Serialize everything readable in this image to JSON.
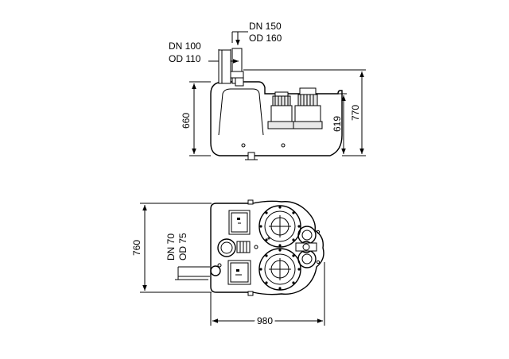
{
  "side_view": {
    "outlet_inner": "DN 150",
    "outlet_outer": "OD 160",
    "vent_inner": "DN 100",
    "vent_outer": "OD 110",
    "height_tank": "660",
    "height_inlet": "619",
    "height_total": "770"
  },
  "top_view": {
    "depth": "760",
    "width": "980",
    "inlet_inner": "DN 70",
    "inlet_outer": "OD 75"
  }
}
